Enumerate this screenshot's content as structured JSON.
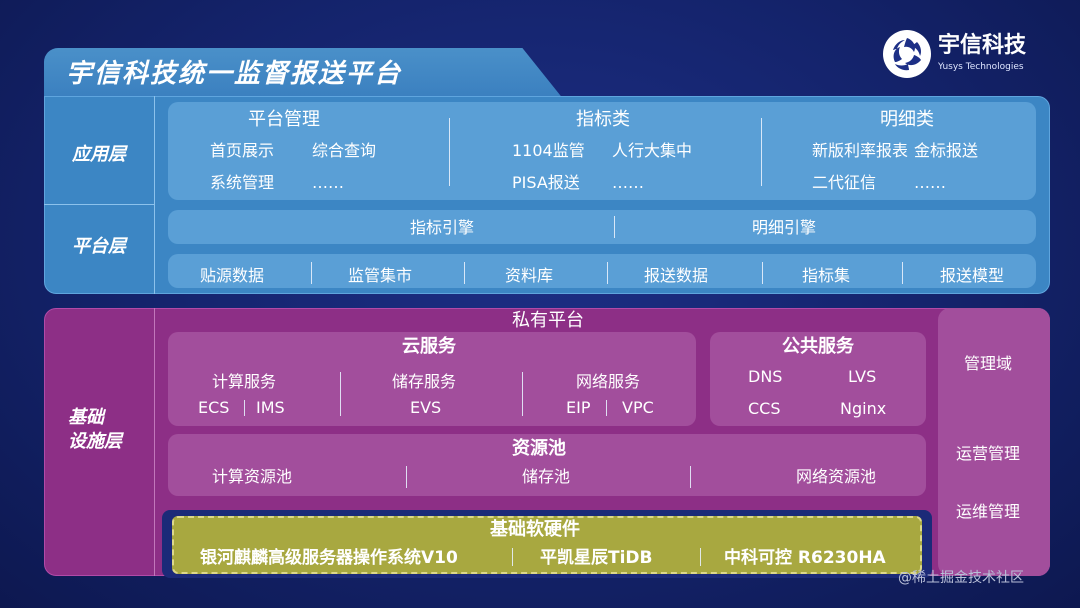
{
  "title": "宇信科技统一监督报送平台",
  "logo": {
    "name": "宇信科技",
    "sub": "Yusys Technologies"
  },
  "app_layer": {
    "label": "应用层",
    "groups": [
      {
        "title": "平台管理",
        "items": [
          "首页展示",
          "综合查询",
          "系统管理",
          "……"
        ]
      },
      {
        "title": "指标类",
        "items": [
          "1104监管",
          "人行大集中",
          "PISA报送",
          "……"
        ]
      },
      {
        "title": "明细类",
        "items": [
          "新版利率报表",
          "金标报送",
          "二代征信",
          "……"
        ]
      }
    ]
  },
  "platform_layer": {
    "label": "平台层",
    "engines": [
      "指标引擎",
      "明细引擎"
    ],
    "markets": [
      "贴源数据",
      "监管集市",
      "资料库",
      "报送数据",
      "指标集",
      "报送模型"
    ]
  },
  "infra_layer": {
    "label_line1": "基础",
    "label_line2": "设施层",
    "private_platform": "私有平台",
    "cloud": {
      "title": "云服务",
      "compute": {
        "title": "计算服务",
        "items": [
          "ECS",
          "IMS"
        ]
      },
      "storage": {
        "title": "储存服务",
        "items": [
          "EVS"
        ]
      },
      "network": {
        "title": "网络服务",
        "items": [
          "EIP",
          "VPC"
        ]
      }
    },
    "public": {
      "title": "公共服务",
      "items": [
        "DNS",
        "LVS",
        "CCS",
        "Nginx"
      ]
    },
    "pool": {
      "title": "资源池",
      "items": [
        "计算资源池",
        "储存池",
        "网络资源池"
      ]
    },
    "hardware": {
      "title": "基础软硬件",
      "items": [
        "银河麒麟高级服务器操作系统V10",
        "平凯星辰TiDB",
        "中科可控 R6230HA"
      ]
    },
    "management": [
      "管理域",
      "运营管理",
      "运维管理"
    ]
  },
  "watermark": "@稀土掘金技术社区"
}
